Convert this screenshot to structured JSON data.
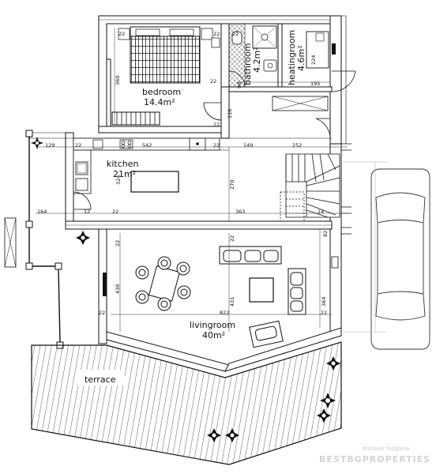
{
  "rooms": {
    "bedroom": {
      "name": "bedroom",
      "area": "14.4m²"
    },
    "bathroom": {
      "name": "bathroom",
      "area": "4.2m²"
    },
    "heatingroom": {
      "name": "heatingroom",
      "area": "4.6m²"
    },
    "kitchen": {
      "name": "kitchen",
      "area": "21m²"
    },
    "livingroom": {
      "name": "livingroom",
      "area": "40m²"
    },
    "terrace": {
      "name": "terrace"
    }
  },
  "dimensions": {
    "d_22a": "22",
    "d_22b": "22",
    "d_22c": "22",
    "d_22d": "22",
    "d_22e": "22",
    "d_22f": "22",
    "d_22g": "22",
    "d_22h": "22",
    "d_22i": "22",
    "d_22j": "22",
    "d_22k": "22",
    "d_22l": "22",
    "d_360": "360",
    "d_116": "116",
    "d_129": "129",
    "d_542": "542",
    "d_149": "149",
    "d_252": "252",
    "d_270": "270",
    "d_324": "324",
    "d_164": "164",
    "d_12": "12",
    "d_363": "363",
    "d_14": "14",
    "d_82": "82",
    "d_431": "431",
    "d_430": "430",
    "d_822": "822",
    "d_364": "364",
    "d_195": "195",
    "d_224": "224",
    "d_98": "98"
  },
  "watermark": {
    "line1": "discover bulgaria",
    "line2": "BESTBGPROPERTIES"
  }
}
